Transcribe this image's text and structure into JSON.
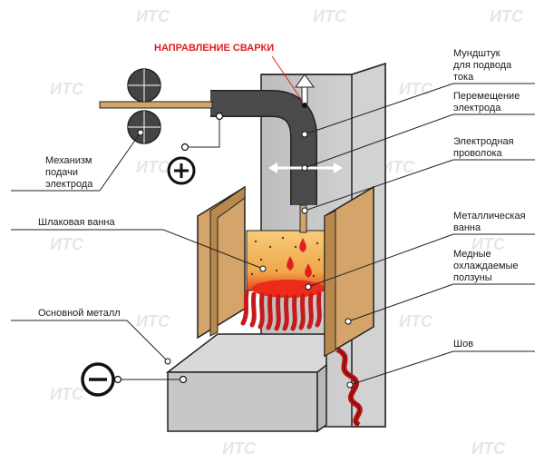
{
  "title": "НАПРАВЛЕНИЕ СВАРКИ",
  "watermark": "ИТС",
  "polarity": {
    "plus": "+",
    "minus": "−"
  },
  "labels": {
    "feed_mechanism": [
      "Механизм",
      "подачи",
      "электрода"
    ],
    "slag_bath": [
      "Шлаковая ванна"
    ],
    "base_metal": [
      "Основной металл"
    ],
    "nozzle": [
      "Мундштук",
      "для подвода",
      "тока"
    ],
    "electrode_move": [
      "Перемещение",
      "электрода"
    ],
    "electrode_wire": [
      "Электродная",
      "проволока"
    ],
    "metal_bath": [
      "Металлическая",
      "ванна"
    ],
    "shoes": [
      "Медные",
      "охлаждаемые",
      "ползуны"
    ],
    "seam": [
      "Шов"
    ]
  },
  "colors": {
    "accent_red": "#e02020",
    "copper": "#d4a46a",
    "slag": "#f3b45a",
    "steel": "#c9c9c9",
    "nozzle": "#444444"
  }
}
